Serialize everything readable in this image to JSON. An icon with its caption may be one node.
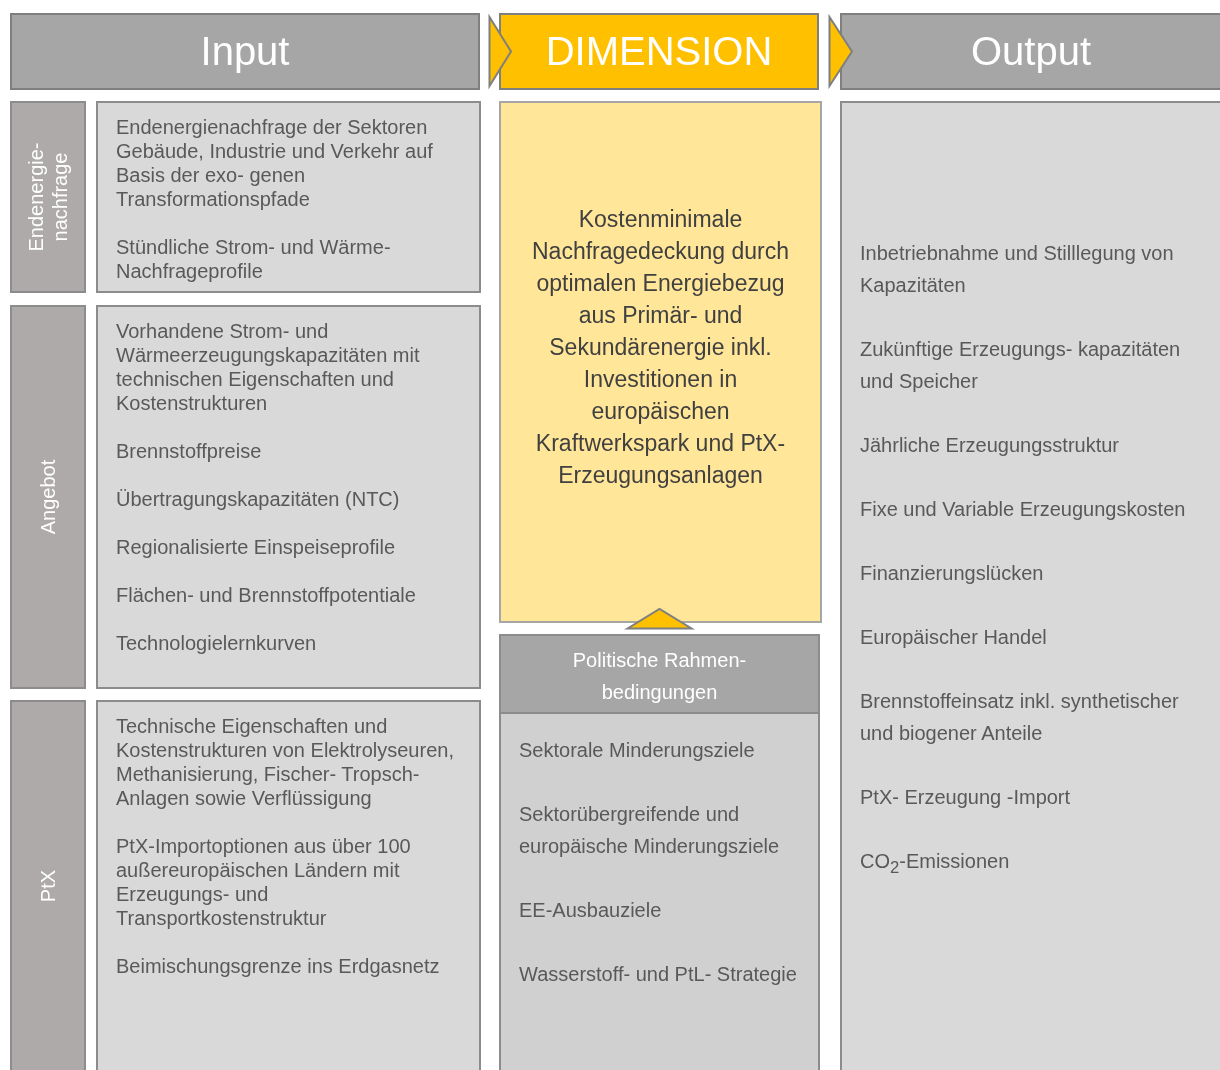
{
  "diagram": {
    "nodes": [
      {
        "text": [
          "Input"
        ]
      },
      {
        "text": [
          "DIMENSION"
        ]
      },
      {
        "text": [
          "Output"
        ]
      },
      {
        "text": [
          "Endenergie- nachfrage"
        ]
      },
      {
        "text": [
          "Endenergienachfrage der Sektoren Gebäude, Industrie und Verkehr auf Basis der exo- genen Transformationspfade",
          "Stündliche Strom- und Wärme- Nachfrageprofile"
        ]
      },
      {
        "text": [
          "Angebot"
        ]
      },
      {
        "text": [
          "Vorhandene Strom- und Wärmeerzeugungskapazitäten mit technischen Eigenschaften und Kostenstrukturen",
          "Brennstoffpreise",
          "Übertragungskapazitäten (NTC)",
          "Regionalisierte Einspeiseprofile",
          "Flächen- und Brennstoffpotentiale",
          "Technologielernkurven"
        ]
      },
      {
        "text": [
          "PtX"
        ]
      },
      {
        "text": [
          "Technische Eigenschaften und Kostenstrukturen von Elektrolyseuren, Methanisierung, Fischer- Tropsch-Anlagen sowie Verflüssigung",
          "PtX-Importoptionen aus über 100 außereuropäischen Ländern mit Erzeugungs- und Transportkostenstruktur",
          "Beimischungsgrenze ins Erdgasnetz"
        ]
      },
      {
        "text": [
          "Kostenminimale Nachfragedeckung durch optimalen Energiebezug aus Primär- und Sekundärenergie inkl. Investitionen in europäischen Kraftwerkspark und PtX-Erzeugungsanlagen"
        ]
      },
      {
        "text": [
          "Politische Rahmen- bedingungen",
          "Sektorale Minderungsziele",
          "Sektorübergreifende und europäische Minderungsziele",
          "EE-Ausbauziele",
          "Wasserstoff- und PtL- Strategie"
        ]
      },
      {
        "text": [
          "Inbetriebnahme und Stilllegung von Kapazitäten",
          "Zukünftige Erzeugungs- kapazitäten und Speicher",
          "Jährliche Erzeugungsstruktur",
          "Fixe und Variable Erzeugungskosten",
          "Finanzierungslücken",
          "Europäischer Handel",
          "Brennstoffeinsatz inkl. synthetischer und biogener Anteile",
          "PtX- Erzeugung -Import",
          "CO$_{2}$-Emissionen"
        ]
      }
    ],
    "edges": [
      {
        "from": 0,
        "to": 1,
        "arrow": "to"
      },
      {
        "from": 1,
        "to": 2,
        "arrow": "to"
      },
      {
        "from": 10,
        "to": 9,
        "arrow": "to"
      }
    ]
  }
}
